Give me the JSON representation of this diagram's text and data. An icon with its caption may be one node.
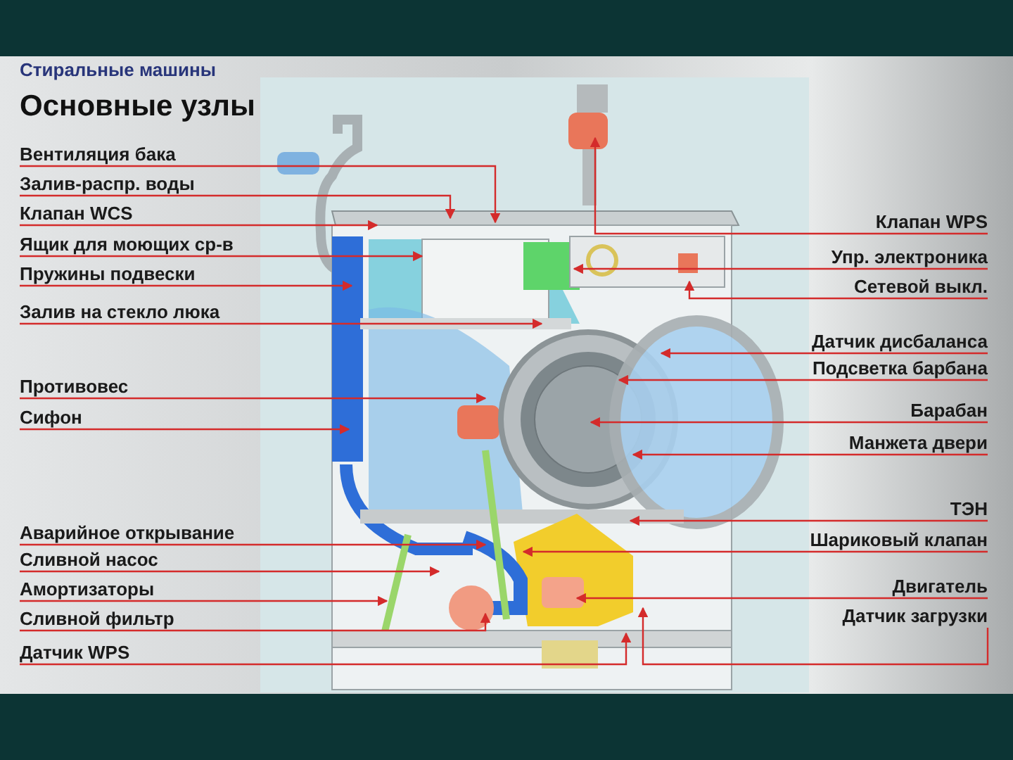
{
  "diagram": {
    "title": "Основные узлы",
    "nodes": [
      {
        "text": [
          "Вентиляция бака"
        ]
      },
      {
        "text": [
          "Залив-распр. воды"
        ]
      },
      {
        "text": [
          "Клапан WCS"
        ]
      },
      {
        "text": [
          "Ящик для моющих ср-в"
        ]
      },
      {
        "text": [
          "Пружины подвески"
        ]
      },
      {
        "text": [
          "Залив на стекло люка"
        ]
      },
      {
        "text": [
          "Противовес"
        ]
      },
      {
        "text": [
          "Сифон"
        ]
      },
      {
        "text": [
          "Аварийное открывание"
        ]
      },
      {
        "text": [
          "Сливной насос"
        ]
      },
      {
        "text": [
          "Амортизаторы"
        ]
      },
      {
        "text": [
          "Сливной фильтр"
        ]
      },
      {
        "text": [
          "Датчик WPS"
        ]
      },
      {
        "text": [
          "Клапан WPS"
        ]
      },
      {
        "text": [
          "Упр. электроника"
        ]
      },
      {
        "text": [
          "Сетевой выкл."
        ]
      },
      {
        "text": [
          "Датчик дисбаланса"
        ]
      },
      {
        "text": [
          "Подсветка барбана"
        ]
      },
      {
        "text": [
          "Барабан"
        ]
      },
      {
        "text": [
          "Манжета двери"
        ]
      },
      {
        "text": [
          "ТЭН"
        ]
      },
      {
        "text": [
          "Шариковый клапан"
        ]
      },
      {
        "text": [
          "Двигатель"
        ]
      },
      {
        "text": [
          "Датчик загрузки"
        ]
      }
    ],
    "edges": [
      {
        "from": 0,
        "to": null,
        "arrow": "to"
      },
      {
        "from": 1,
        "to": null,
        "arrow": "to"
      },
      {
        "from": 2,
        "to": null,
        "arrow": "to"
      },
      {
        "from": 3,
        "to": null,
        "arrow": "to"
      },
      {
        "from": 4,
        "to": null,
        "arrow": "to"
      },
      {
        "from": 5,
        "to": null,
        "arrow": "to"
      },
      {
        "from": 6,
        "to": null,
        "arrow": "to"
      },
      {
        "from": 7,
        "to": null,
        "arrow": "to"
      },
      {
        "from": 8,
        "to": null,
        "arrow": "to"
      },
      {
        "from": 9,
        "to": null,
        "arrow": "to"
      },
      {
        "from": 10,
        "to": null,
        "arrow": "to"
      },
      {
        "from": 11,
        "to": null,
        "arrow": "to"
      },
      {
        "from": 12,
        "to": null,
        "arrow": "to"
      },
      {
        "from": 13,
        "to": null,
        "arrow": "to"
      },
      {
        "from": 14,
        "to": null,
        "arrow": "to"
      },
      {
        "from": 15,
        "to": null,
        "arrow": "to"
      },
      {
        "from": 16,
        "to": null,
        "arrow": "to"
      },
      {
        "from": 17,
        "to": null,
        "arrow": "to"
      },
      {
        "from": 18,
        "to": null,
        "arrow": "to"
      },
      {
        "from": 19,
        "to": null,
        "arrow": "to"
      },
      {
        "from": 20,
        "to": null,
        "arrow": "to"
      },
      {
        "from": 21,
        "to": null,
        "arrow": "to"
      },
      {
        "from": 22,
        "to": null,
        "arrow": "to"
      },
      {
        "from": 23,
        "to": null,
        "arrow": "to"
      }
    ],
    "labels": [
      "Стиральные машины"
    ]
  }
}
